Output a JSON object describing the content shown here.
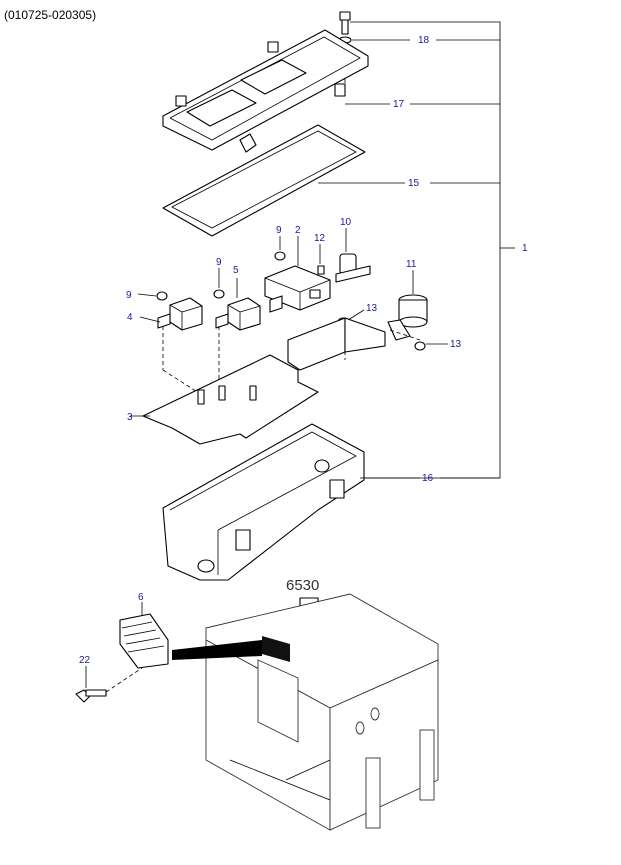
{
  "header": {
    "date_range": "(010725-020305)"
  },
  "reference_code": "6530",
  "callouts": [
    {
      "id": "c18",
      "text": "18"
    },
    {
      "id": "c17",
      "text": "17"
    },
    {
      "id": "c15",
      "text": "15"
    },
    {
      "id": "c1",
      "text": "1"
    },
    {
      "id": "c9a",
      "text": "9"
    },
    {
      "id": "c2",
      "text": "2"
    },
    {
      "id": "c12",
      "text": "12"
    },
    {
      "id": "c10",
      "text": "10"
    },
    {
      "id": "c9b",
      "text": "9"
    },
    {
      "id": "c5",
      "text": "5"
    },
    {
      "id": "c11",
      "text": "11"
    },
    {
      "id": "c9c",
      "text": "9"
    },
    {
      "id": "c4",
      "text": "4"
    },
    {
      "id": "c13a",
      "text": "13"
    },
    {
      "id": "c13b",
      "text": "13"
    },
    {
      "id": "c3",
      "text": "3"
    },
    {
      "id": "c16",
      "text": "16"
    },
    {
      "id": "c6",
      "text": "6"
    },
    {
      "id": "c22",
      "text": "22"
    }
  ]
}
